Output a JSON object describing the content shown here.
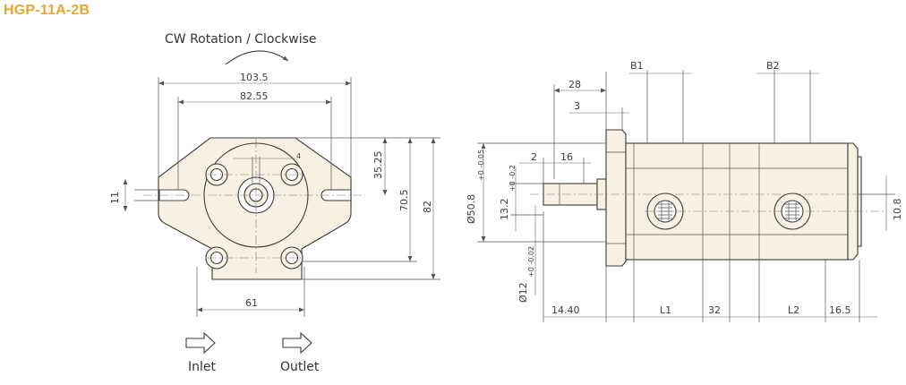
{
  "title": "HGP-11A-2B",
  "rotation_label": "CW Rotation / Clockwise",
  "front_view": {
    "dims": {
      "width_total": "103.5",
      "width_holes": "82.55",
      "bolt_spacing_bottom": "61",
      "height_upper": "35.25",
      "height_mid": "70.5",
      "height_total": "82",
      "slot": "11",
      "key": "4"
    }
  },
  "side_view": {
    "dims": {
      "flange_offset": "28",
      "flange_thk": "3",
      "shaft_step": "2",
      "shaft_len": "16",
      "pilot_dia": "Ø50.8",
      "pilot_tol": "+0 -0.05",
      "shaft_dia": "Ø12",
      "shaft_dia_tol": "+0 -0.02",
      "key_height": "13.2",
      "key_height_tol": "+0 -0.2",
      "b1": "B1",
      "b2": "B2",
      "l1": "L1",
      "l2": "L2",
      "gap": "32",
      "front_len": "14.40",
      "rear_len": "16.5",
      "port_offset": "10.8"
    }
  },
  "legend": {
    "inlet": "Inlet",
    "outlet": "Outlet"
  }
}
